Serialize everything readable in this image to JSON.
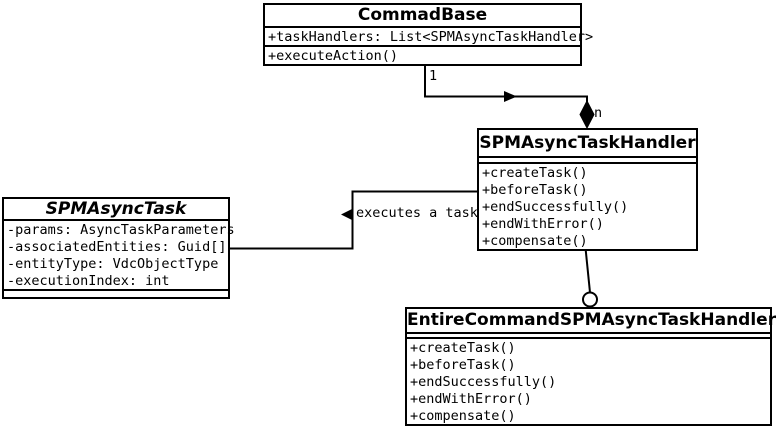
{
  "diagram": {
    "type": "uml-class-diagram",
    "background_color": "#ffffff",
    "line_color": "#000000",
    "text_color": "#000000"
  },
  "classes": {
    "commad_base": {
      "name": "CommadBase",
      "attributes": [
        "+taskHandlers: List<SPMAsyncTaskHandler>"
      ],
      "operations": [
        "+executeAction()"
      ]
    },
    "spm_async_task_handler": {
      "name": "SPMAsyncTaskHandler",
      "attributes": [],
      "operations": [
        "+createTask()",
        "+beforeTask()",
        "+endSuccessfully()",
        "+endWithError()",
        "+compensate()"
      ]
    },
    "spm_async_task": {
      "name": "SPMAsyncTask",
      "abstract": true,
      "attributes": [
        "-params: AsyncTaskParameters",
        "-associatedEntities: Guid[]",
        "-entityType: VdcObjectType",
        "-executionIndex: int"
      ],
      "operations": []
    },
    "entire_command_spm_async_task_handler": {
      "name": "EntireCommandSPMAsyncTaskHandler",
      "attributes": [],
      "operations": [
        "+createTask()",
        "+beforeTask()",
        "+endSuccessfully()",
        "+endWithError()",
        "+compensate()"
      ]
    }
  },
  "relationships": {
    "composition": {
      "from": "CommadBase",
      "to": "SPMAsyncTaskHandler",
      "from_multiplicity": "1",
      "to_multiplicity": "n"
    },
    "association": {
      "from": "SPMAsyncTaskHandler",
      "to": "SPMAsyncTask",
      "name": "executes a task"
    },
    "interface_link": {
      "from": "SPMAsyncTaskHandler",
      "to": "EntireCommandSPMAsyncTaskHandler"
    }
  }
}
